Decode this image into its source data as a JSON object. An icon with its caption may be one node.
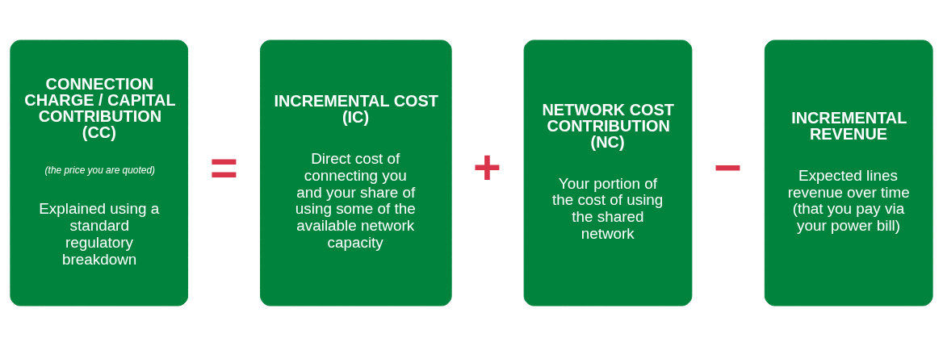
{
  "diagram": {
    "nodes": [
      {
        "text": [
          "CONNECTION CHARGE / CAPITAL CONTRIBUTION (CC)",
          "(the price you are quoted)",
          "Explained using a standard regulatory breakdown"
        ]
      },
      {
        "text": [
          "INCREMENTAL COST (IC)",
          "Direct cost of connecting you and your share of using some of the available network capacity"
        ]
      },
      {
        "text": [
          "NETWORK COST CONTRIBUTION (NC)",
          "Your portion of the cost of using the shared network"
        ]
      },
      {
        "text": [
          "INCREMENTAL REVENUE",
          "Expected lines revenue over time (that you pay via your power bill)"
        ]
      }
    ],
    "edges": [],
    "labels": [
      "=",
      "+",
      "−"
    ]
  }
}
